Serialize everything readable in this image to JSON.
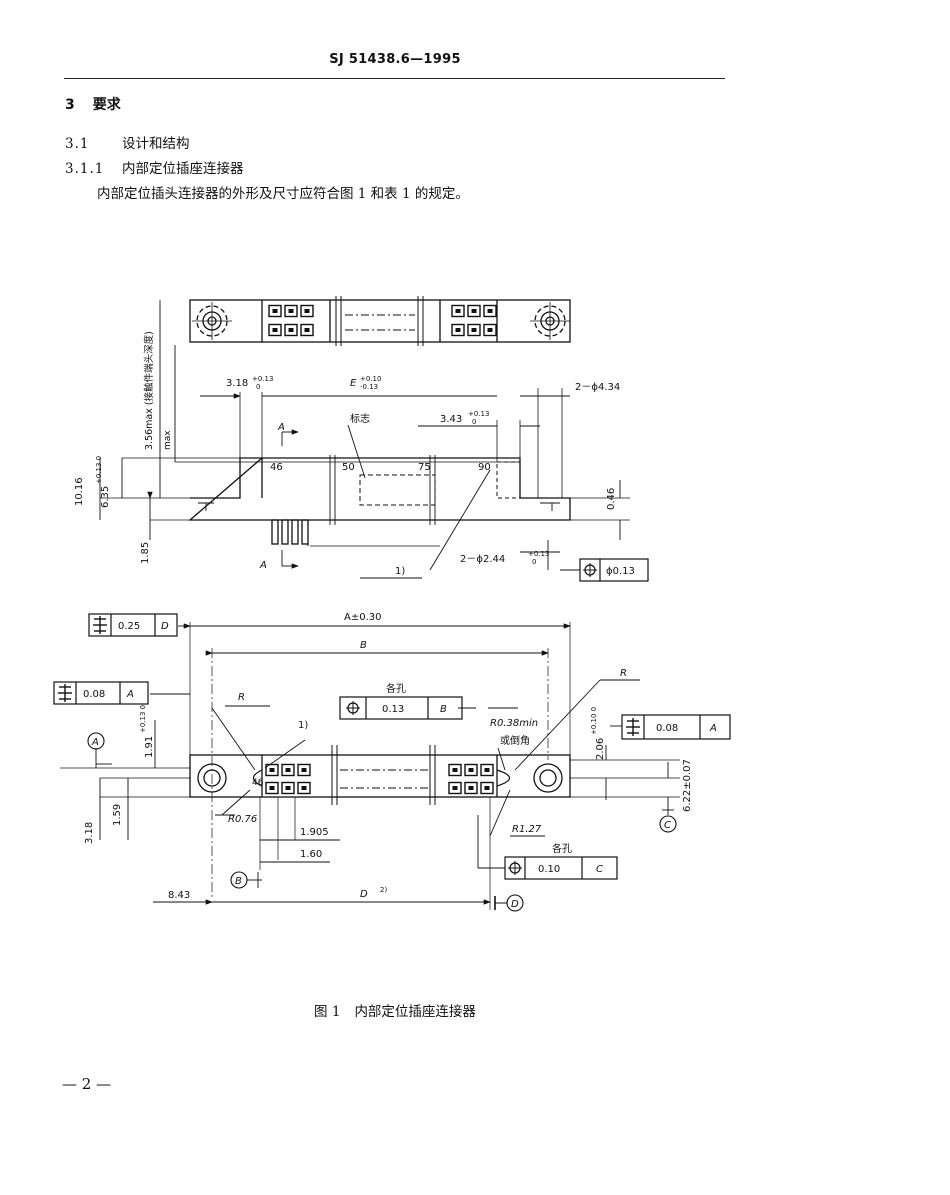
{
  "header": {
    "doc_number": "SJ 51438.6—1995"
  },
  "section": {
    "number": "3",
    "title": "要求"
  },
  "subsection": {
    "number": "3.1",
    "title": "设计和结构"
  },
  "subsubsection": {
    "number": "3.1.1",
    "title": "内部定位插座连接器"
  },
  "paragraph": "内部定位插头连接器的外形及尺寸应符合图 1 和表 1 的规定。",
  "figure": {
    "caption_number": "图 1",
    "caption_title": "内部定位插座连接器",
    "top_view": {
      "dim_318": "3.18",
      "tol_318_upper": "+0.13",
      "tol_318_lower": "0",
      "dim_E": "E",
      "tol_E_upper": "+0.10",
      "tol_E_lower": "-0.13",
      "dim_holes": "2－ϕ4.34",
      "depth_note": "3.56max  (接触件端头深度)",
      "depth_note2": "max",
      "label_A": "A",
      "marker": "标志",
      "dim_343": "3.43",
      "tol_343_upper": "+0.13",
      "tol_343_lower": "0",
      "pin_46": "46",
      "pin_50": "50",
      "pin_75": "75",
      "pin_90": "90",
      "dim_1016": "10.16",
      "dim_635": "6.35",
      "tol_635": "+0.13 0",
      "dim_046": "0.46",
      "dim_185": "1.85",
      "label_A2": "A",
      "note_1": "1)",
      "dim_pins": "2－ϕ2.44",
      "tol_pins_upper": "+0.13",
      "tol_pins_lower": "0",
      "fcf_value": "ϕ0.13"
    },
    "front_view": {
      "fcf1_value": "0.25",
      "fcf1_datum": "D",
      "dim_A": "A±0.30",
      "dim_B": "B",
      "fcf2_value": "0.08",
      "fcf2_datum": "A",
      "label_R": "R",
      "label_R2": "R",
      "dim_191": "1.91",
      "tol_191": "+0.13 0",
      "note_1": "1)",
      "each_hole": "各孔",
      "fcf3_value": "0.13",
      "fcf3_datum": "B",
      "r038": "R0.38min",
      "chamfer": "或倒角",
      "dim_206": "2.06",
      "tol_206": "+0.10 0",
      "fcf4_value": "0.08",
      "fcf4_datum": "A",
      "datum_A": "A",
      "pin_46": "46",
      "dim_622": "6.22±0.07",
      "datum_C": "C",
      "dim_318": "3.18",
      "dim_159": "1.59",
      "r076": "R0.76",
      "dim_1905": "1.905",
      "r127": "R1.27",
      "each_hole2": "各孔",
      "dim_160": "1.60",
      "fcf5_value": "0.10",
      "fcf5_datum": "C",
      "datum_B": "B",
      "dim_843": "8.43",
      "dim_D": "D",
      "note_2": "2)",
      "datum_D": "D"
    }
  },
  "page_number": "— 2 —"
}
